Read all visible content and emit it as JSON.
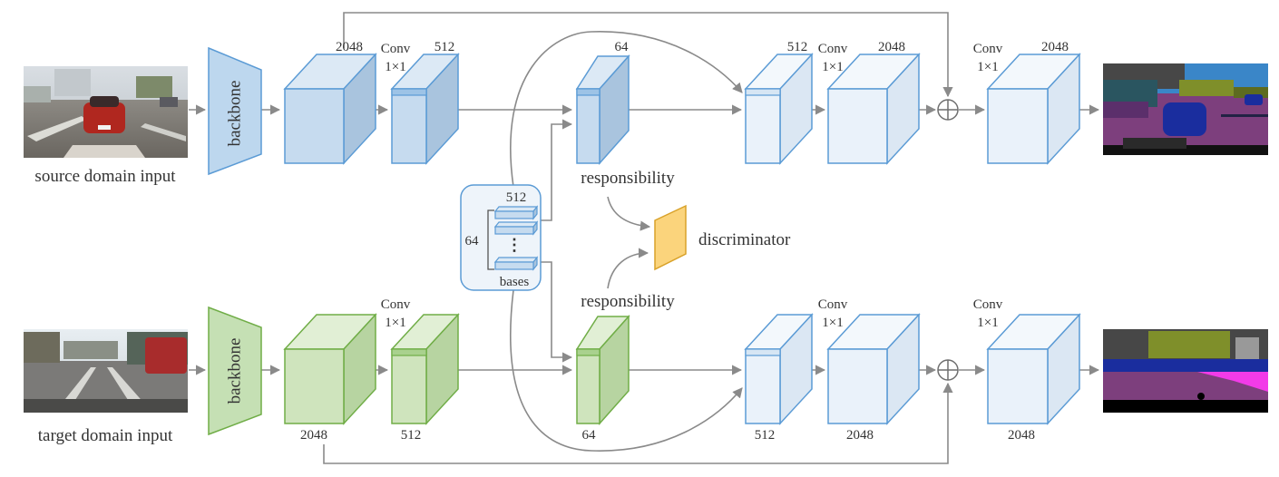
{
  "labels": {
    "source_input": "source domain input",
    "target_input": "target domain input",
    "backbone": "backbone",
    "conv_line1": "Conv",
    "conv_line2": "1×1",
    "ch_2048": "2048",
    "ch_512": "512",
    "ch_64": "64",
    "responsibility": "responsibility",
    "discriminator": "discriminator",
    "bases": "bases",
    "bases_count": "64",
    "bases_dim": "512",
    "ellipsis": "⋮"
  },
  "colors": {
    "blue_front": "#c6dbef",
    "blue_side": "#a9c4de",
    "blue_top": "#dce9f5",
    "blue_stroke": "#5b9bd5",
    "light_front": "#eaf2fa",
    "light_side": "#dbe7f3",
    "light_top": "#f3f8fc",
    "green_front": "#cfe4bd",
    "green_side": "#b7d4a1",
    "green_top": "#e1efd5",
    "green_stroke": "#70ad47",
    "disc_fill": "#fbd47c",
    "disc_stroke": "#d9a22a",
    "arrow": "#8a8a8a",
    "seg_purple": "#7d3f7d",
    "seg_car": "#1a2d9e",
    "seg_sky": "#3a86c8",
    "seg_veg": "#7f8f2a",
    "seg_building": "#474747",
    "seg_sidewalk": "#f23be8"
  }
}
